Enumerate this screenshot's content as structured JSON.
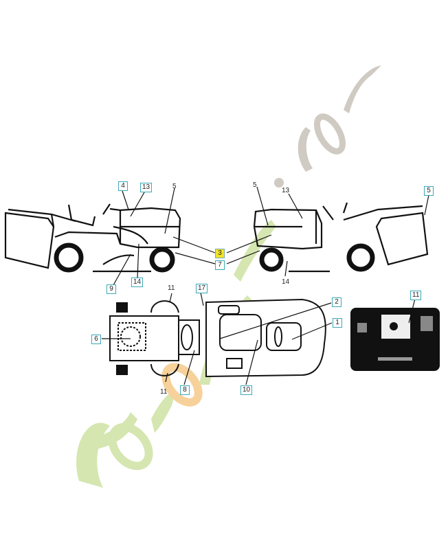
{
  "diagram": {
    "title": "",
    "type": "parts decal placement diagram - riding lawn tractor",
    "views": [
      "left side view",
      "right side view",
      "top view",
      "dashboard panel view"
    ]
  },
  "callouts": {
    "left_side": {
      "c4": "4",
      "c13": "13",
      "c5": "5",
      "c9": "9",
      "c14": "14"
    },
    "center": {
      "c3": "3",
      "c7": "7"
    },
    "right_side": {
      "c5a": "5",
      "c13": "13",
      "c14": "14",
      "c5b": "5"
    },
    "top_view": {
      "c11a": "11",
      "c17": "17",
      "c2": "2",
      "c1": "1",
      "c6": "6",
      "c11b": "11",
      "c8": "8",
      "c10": "10"
    },
    "dashboard": {
      "c11": "11"
    }
  },
  "boxed_callouts": [
    "4",
    "13",
    "9",
    "14",
    "3",
    "7",
    "5",
    "17",
    "2",
    "1",
    "6",
    "8",
    "10",
    "11"
  ],
  "highlighted_callout": "3",
  "watermark": {
    "text": "foretjardin.com",
    "colors": {
      "green": "#d5e6b0",
      "orange": "#f7d19a",
      "gray": "#cfcac2"
    }
  },
  "colors": {
    "callout_border": "#3aa8b8",
    "highlight": "#f2e32a",
    "line": "#111111"
  }
}
